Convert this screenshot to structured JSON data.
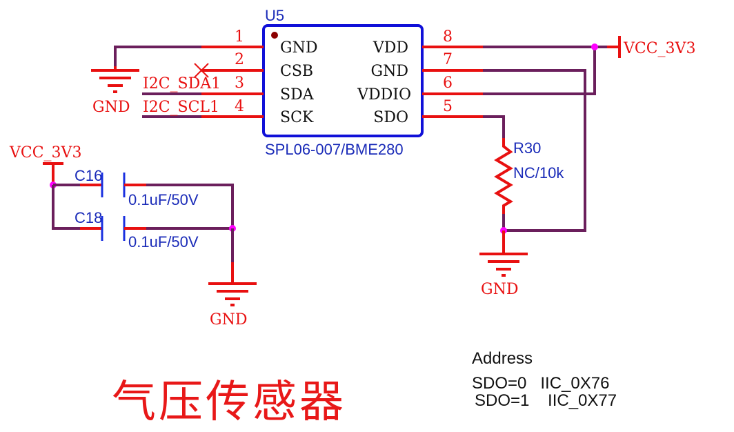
{
  "chip": {
    "designator": "U5",
    "part": "SPL06-007/BME280",
    "left_pins": [
      {
        "num": "1",
        "name": "GND"
      },
      {
        "num": "2",
        "name": "CSB"
      },
      {
        "num": "3",
        "name": "SDA"
      },
      {
        "num": "4",
        "name": "SCK"
      }
    ],
    "right_pins": [
      {
        "num": "8",
        "name": "VDD"
      },
      {
        "num": "7",
        "name": "GND"
      },
      {
        "num": "6",
        "name": "VDDIO"
      },
      {
        "num": "5",
        "name": "SDO"
      }
    ]
  },
  "nets": {
    "vcc_right": "VCC_3V3",
    "vcc_left": "VCC_3V3",
    "gnd_left": "GND",
    "gnd_caps": "GND",
    "gnd_resistor": "GND",
    "sda": "I2C_SDA1",
    "scl": "I2C_SCL1"
  },
  "capacitors": [
    {
      "ref": "C16",
      "value": "0.1uF/50V"
    },
    {
      "ref": "C18",
      "value": "0.1uF/50V"
    }
  ],
  "resistor": {
    "ref": "R30",
    "value": "NC/10k"
  },
  "address_note": {
    "heading": "Address",
    "lines": [
      "SDO=0   IIC_0X76",
      "SDO=1    IIC_0X77"
    ]
  },
  "title": "气压传感器",
  "colors": {
    "pin": "#e81010",
    "wire": "#6b1f5c",
    "body": "#1010d8",
    "junction": "#ff00ff",
    "pin1_dot": "#8b0000"
  }
}
